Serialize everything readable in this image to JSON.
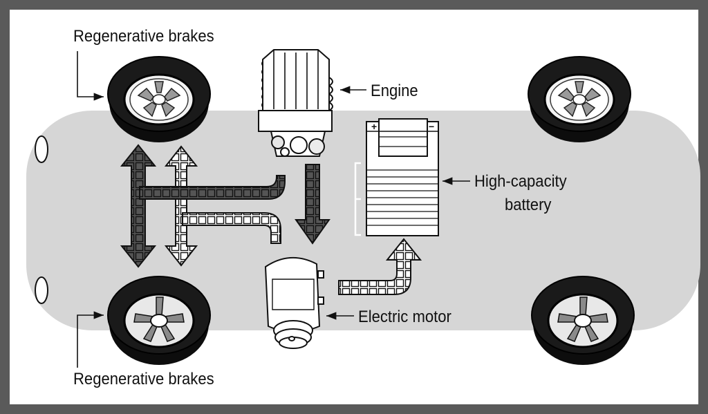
{
  "labels": {
    "regen_top": "Regenerative brakes",
    "regen_bottom": "Regenerative brakes",
    "engine": "Engine",
    "battery_line1": "High-capacity",
    "battery_line2": "battery",
    "motor": "Electric motor"
  },
  "battery": {
    "plus_terminal": "+",
    "minus_terminal": "−"
  },
  "colors": {
    "background": "#ffffff",
    "frame": "#555555",
    "car_body": "#d6d6d6",
    "tire": "#0d0d0d",
    "arrow_dark": "#555555",
    "arrow_light": "#ffffff",
    "ink": "#111111"
  }
}
